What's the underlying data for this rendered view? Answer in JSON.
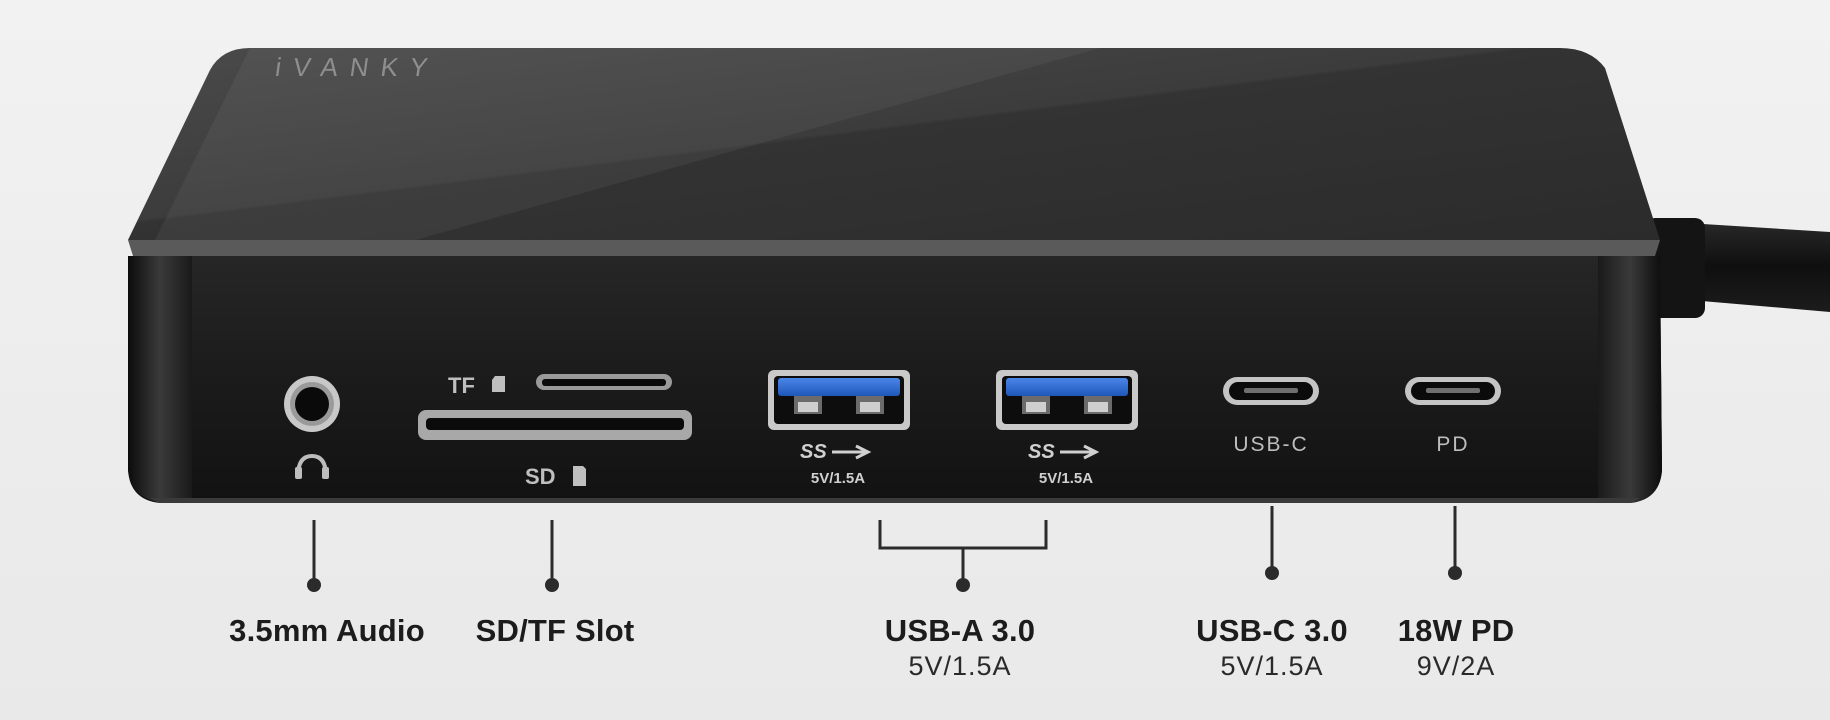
{
  "device": {
    "brand": "iVANKY",
    "port_markings": {
      "tf": "TF",
      "sd": "SD",
      "usb_c": "USB-C",
      "pd": "PD",
      "usb_a_rating_left": "5V/1.5A",
      "usb_a_rating_right": "5V/1.5A",
      "ss_mark": "SS"
    }
  },
  "callouts": [
    {
      "title": "3.5mm Audio",
      "detail": ""
    },
    {
      "title": "SD/TF Slot",
      "detail": ""
    },
    {
      "title": "USB-A 3.0",
      "detail": "5V/1.5A"
    },
    {
      "title": "USB-C 3.0",
      "detail": "5V/1.5A"
    },
    {
      "title": "18W PD",
      "detail": "9V/2A"
    }
  ],
  "colors": {
    "background": "#efefef",
    "hub_body": "#1e1e1e",
    "hub_top": "#3a3a3a",
    "usb_blue": "#2f6fd6",
    "text": "#1c1c1c"
  }
}
